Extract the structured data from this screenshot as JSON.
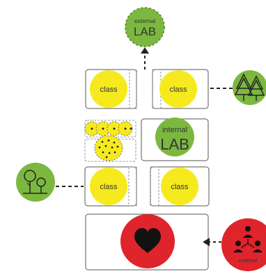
{
  "colors": {
    "class_yellow": "#f6ea1f",
    "green": "#7cb83f",
    "red": "#e0242b",
    "outline": "#555555",
    "icon": "#222222"
  },
  "external_lab": {
    "small": "external",
    "large": "LAB"
  },
  "internal_lab": {
    "small": "internal",
    "large": "LAB"
  },
  "classes": {
    "top_left": "class",
    "top_right": "class",
    "bottom_left": "class",
    "bottom_right": "class"
  },
  "external_people": {
    "label": "external"
  },
  "icons": {
    "trees_right": "pine-trees-icon",
    "trees_left": "round-trees-icon",
    "heart": "heart-icon",
    "people": "people-network-icon"
  }
}
